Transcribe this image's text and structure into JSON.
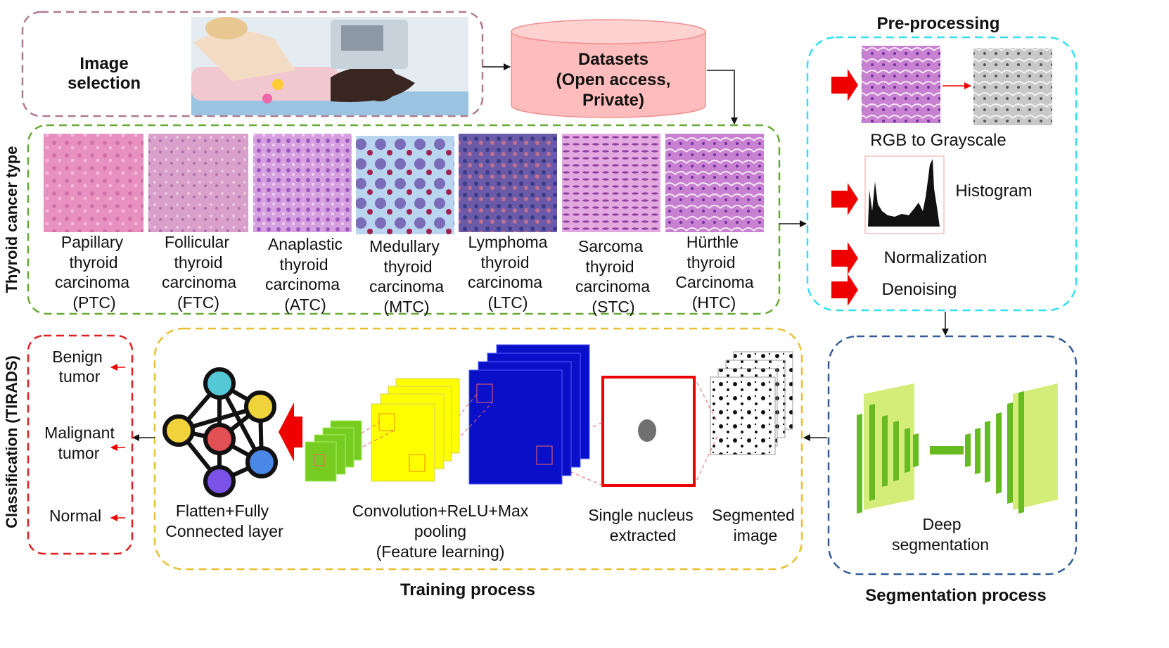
{
  "image_selection": {
    "line1": "Image",
    "line2": "selection"
  },
  "datasets": {
    "line1": "Datasets",
    "line2": "(Open access,",
    "line3": "Private)"
  },
  "side_labels": {
    "cancer_type": "Thyroid cancer type",
    "classification": "Classification (TIRADS)"
  },
  "cancer_types": [
    {
      "l1": "Papillary",
      "l2": "thyroid",
      "l3": "carcinoma",
      "l4": "(PTC)"
    },
    {
      "l1": "Follicular",
      "l2": "thyroid",
      "l3": "carcinoma",
      "l4": "(FTC)"
    },
    {
      "l1": "Anaplastic",
      "l2": "thyroid",
      "l3": "carcinoma",
      "l4": "(ATC)"
    },
    {
      "l1": "Medullary",
      "l2": "thyroid",
      "l3": "carcinoma",
      "l4": "(MTC)"
    },
    {
      "l1": "Lymphoma",
      "l2": "thyroid",
      "l3": "carcinoma",
      "l4": "(LTC)"
    },
    {
      "l1": "Sarcoma",
      "l2": "thyroid",
      "l3": "carcinoma",
      "l4": "(STC)"
    },
    {
      "l1": "Hürthle",
      "l2": "thyroid",
      "l3": "Carcinoma",
      "l4": "(HTC)"
    }
  ],
  "preprocessing": {
    "title": "Pre-processing",
    "rgb": "RGB to Grayscale",
    "histogram": "Histogram",
    "normalization": "Normalization",
    "denoising": "Denoising"
  },
  "segmentation": {
    "label1": "Deep",
    "label2": "segmentation",
    "title": "Segmentation process"
  },
  "training": {
    "title": "Training process",
    "segmented1": "Segmented",
    "segmented2": "image",
    "nucleus1": "Single nucleus",
    "nucleus2": "extracted",
    "conv1": "Convolution+ReLU+Max",
    "conv2": "pooling",
    "conv3": "(Feature learning)",
    "fc1": "Flatten+Fully",
    "fc2": "Connected layer"
  },
  "classification": {
    "benign1": "Benign",
    "benign2": "tumor",
    "malignant1": "Malignant",
    "malignant2": "tumor",
    "normal": "Normal"
  },
  "colors": {
    "image_box": "#b07a90",
    "dataset_fill": "#ffbcbc",
    "cancer_box": "#66aa33",
    "preproc_box": "#33e0f0",
    "seg_box": "#335c99",
    "train_box": "#e8c030",
    "class_box": "#e02020",
    "red_arrow": "#ee0000",
    "conv_blue": "#0a10c8",
    "conv_yellow": "#ffff00",
    "conv_green": "#77cc22"
  }
}
